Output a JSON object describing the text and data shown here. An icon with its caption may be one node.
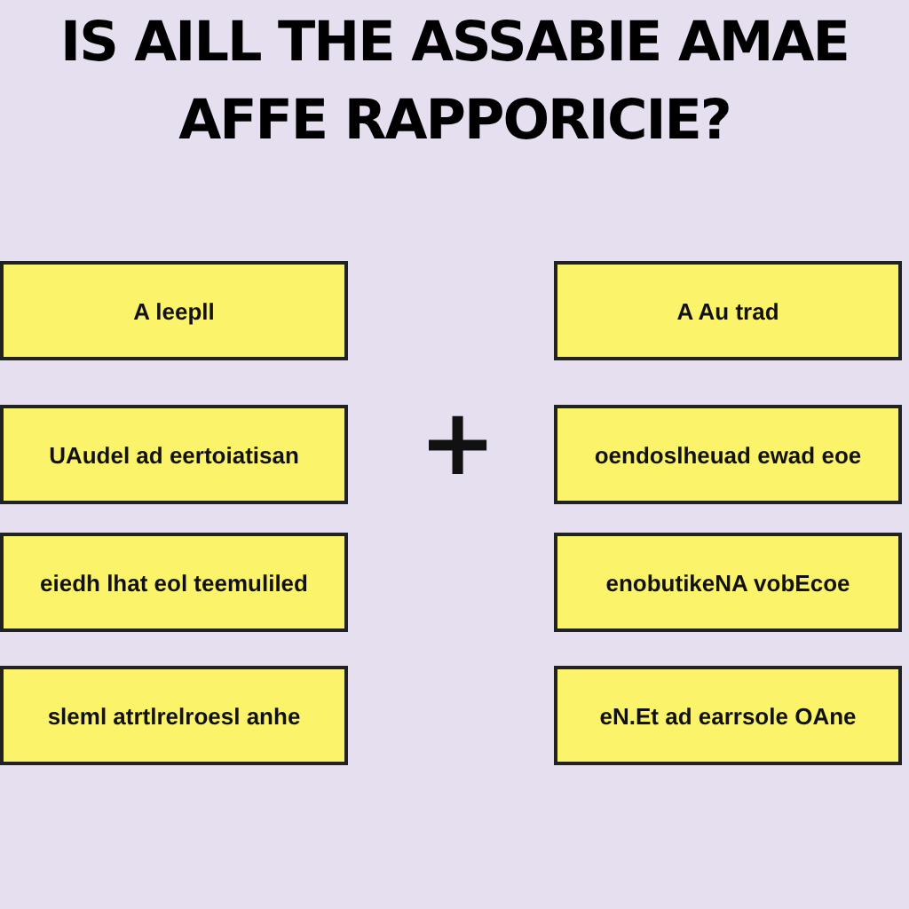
{
  "diagram": {
    "title": "IS AILL THE ASSABIE AMAE AFFE RAPPORICIE?",
    "nodes": [
      {
        "text": [
          "A leepll"
        ]
      },
      {
        "text": [
          "UAudel ad eertoiatisan"
        ]
      },
      {
        "text": [
          "eiedh lhat eol teemuliled"
        ]
      },
      {
        "text": [
          "sleml atrtlrelroesl anhe"
        ]
      },
      {
        "text": [
          "A Au trad"
        ]
      },
      {
        "text": [
          "oendoslheuad ewad eoe"
        ]
      },
      {
        "text": [
          "enobutikeNA vobEcoe"
        ]
      },
      {
        "text": [
          "eN.Et ad earrsole OAne"
        ]
      }
    ],
    "labels": [
      "+"
    ]
  }
}
